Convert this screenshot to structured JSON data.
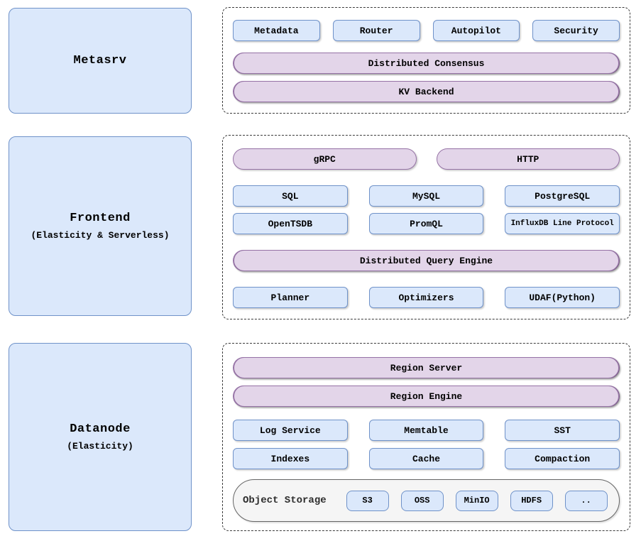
{
  "colors": {
    "blue_fill": "#dbe8fb",
    "blue_border": "#6f92c9",
    "purple_fill": "#e3d5e9",
    "purple_border": "#9673a6",
    "storage_fill": "#f5f5f5",
    "storage_border": "#666666",
    "dash": "#3a3a3a"
  },
  "sections": [
    {
      "id": "metasrv",
      "box": {
        "title": "Metasrv",
        "subtitle": ""
      },
      "rows": [
        {
          "kind": "boxes",
          "items": [
            "Metadata",
            "Router",
            "Autopilot",
            "Security"
          ]
        },
        {
          "kind": "pill",
          "items": [
            "Distributed Consensus"
          ]
        },
        {
          "kind": "pill",
          "items": [
            "KV Backend"
          ],
          "grouped": true
        }
      ]
    },
    {
      "id": "frontend",
      "box": {
        "title": "Frontend",
        "subtitle": "(Elasticity & Serverless)"
      },
      "rows": [
        {
          "kind": "pills",
          "items": [
            "gRPC",
            "HTTP"
          ]
        },
        {
          "kind": "boxes",
          "items": [
            "SQL",
            "MySQL",
            "PostgreSQL"
          ]
        },
        {
          "kind": "boxes",
          "items": [
            "OpenTSDB",
            "PromQL",
            "InfluxDB Line Protocol"
          ],
          "grouped": true
        },
        {
          "kind": "pill",
          "items": [
            "Distributed Query Engine"
          ]
        },
        {
          "kind": "boxes",
          "items": [
            "Planner",
            "Optimizers",
            "UDAF(Python)"
          ]
        }
      ]
    },
    {
      "id": "datanode",
      "box": {
        "title": "Datanode",
        "subtitle": "(Elasticity)"
      },
      "rows": [
        {
          "kind": "pill",
          "items": [
            "Region Server"
          ]
        },
        {
          "kind": "pill",
          "items": [
            "Region Engine"
          ],
          "grouped": true
        },
        {
          "kind": "boxes",
          "items": [
            "Log Service",
            "Memtable",
            "SST"
          ]
        },
        {
          "kind": "boxes",
          "items": [
            "Indexes",
            "Cache",
            "Compaction"
          ],
          "grouped": true
        },
        {
          "kind": "storage",
          "label": "Object Storage",
          "items": [
            "S3",
            "OSS",
            "MinIO",
            "HDFS",
            ".."
          ]
        }
      ]
    }
  ]
}
